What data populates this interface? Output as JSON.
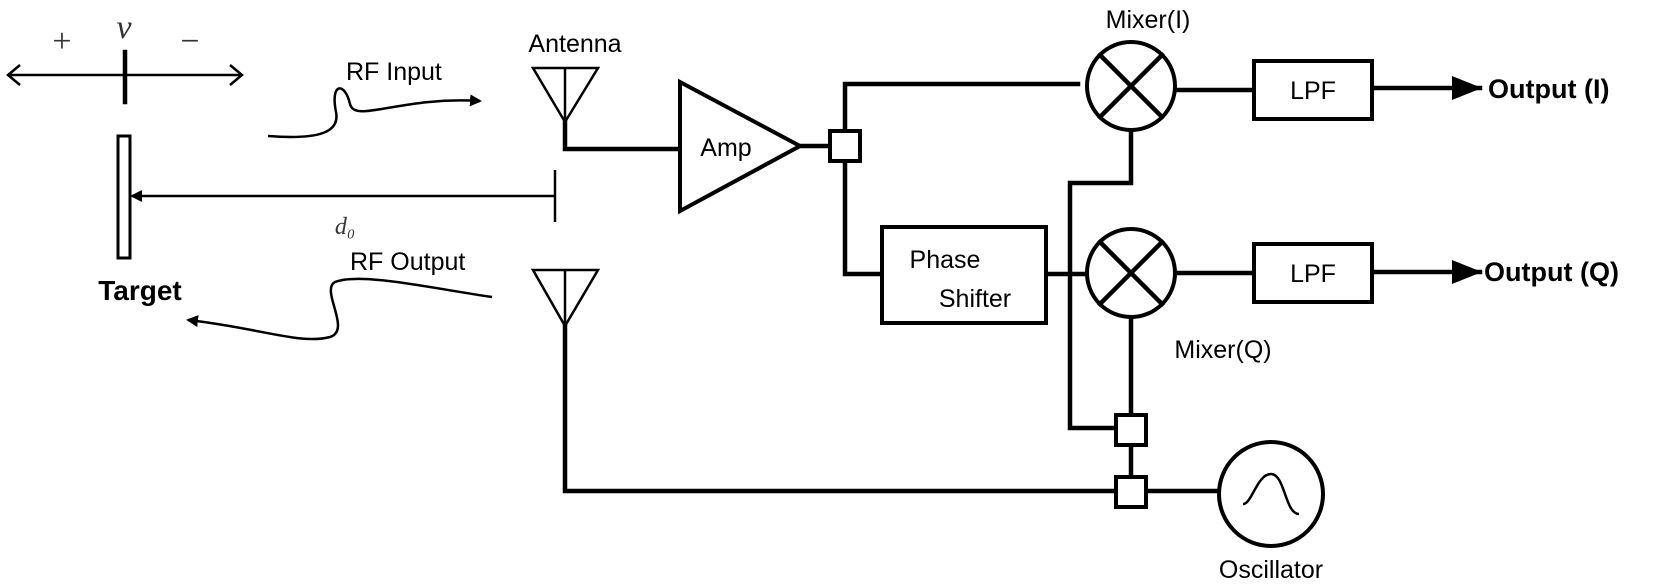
{
  "velocity": {
    "plus": "+",
    "symbol": "v",
    "minus": "−"
  },
  "labels": {
    "rf_input": "RF Input",
    "rf_output": "RF Output",
    "antenna": "Antenna",
    "target": "Target",
    "distance": "d₀",
    "amp": "Amp",
    "phase_shifter_line1": "Phase",
    "phase_shifter_line2": "Shifter",
    "mixer_i": "Mixer(I)",
    "mixer_q": "Mixer(Q)",
    "lpf_i": "LPF",
    "lpf_q": "LPF",
    "output_i": "Output (I)",
    "output_q": "Output (Q)",
    "oscillator": "Oscillator"
  },
  "icons": {
    "mixer": "mixer-cross-icon",
    "oscillator": "sine-wave-icon",
    "antenna": "antenna-icon",
    "splitter": "splitter-square-icon"
  },
  "colors": {
    "stroke": "#000000",
    "background": "#ffffff"
  }
}
